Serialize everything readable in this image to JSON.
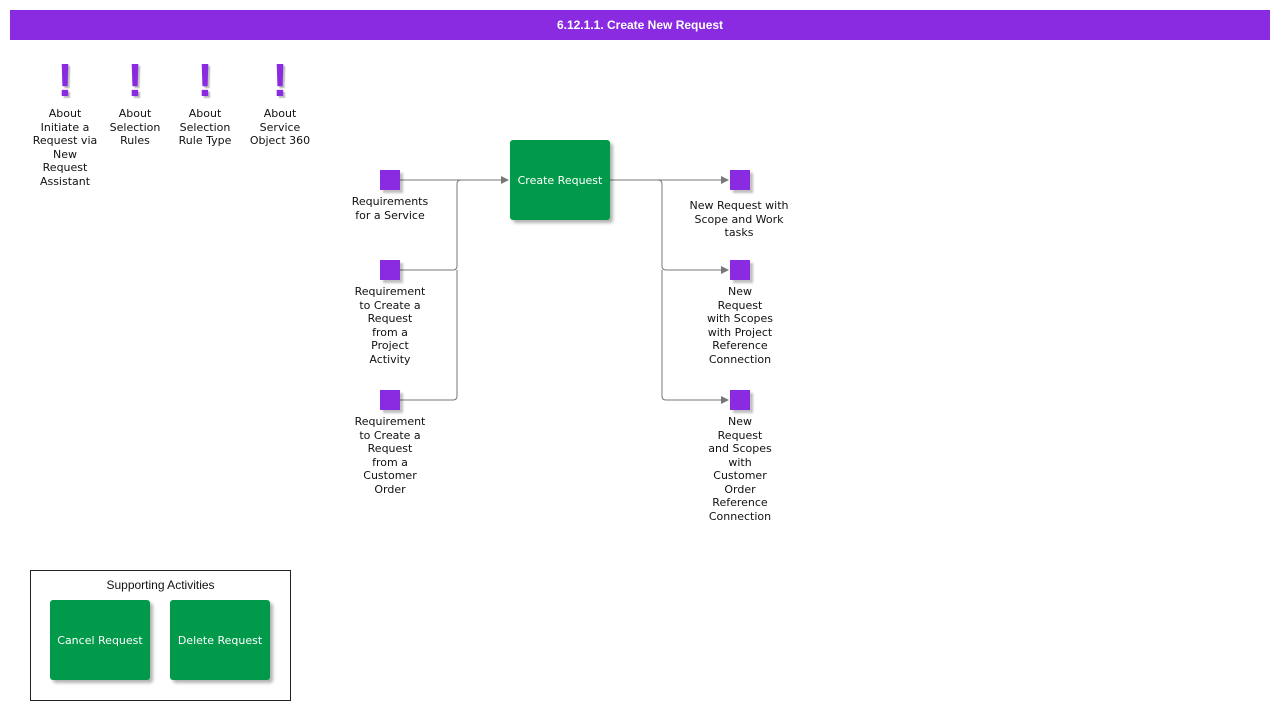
{
  "header": {
    "title": "6.12.1.1. Create New Request"
  },
  "about_items": [
    {
      "mark": "!",
      "label": "About\nInitiate a\nRequest via\nNew\nRequest\nAssistant"
    },
    {
      "mark": "!",
      "label": "About\nSelection\nRules"
    },
    {
      "mark": "!",
      "label": "About\nSelection\nRule Type"
    },
    {
      "mark": "!",
      "label": "About\nService\nObject 360"
    }
  ],
  "inputs": [
    {
      "label": "Requirements\nfor a Service"
    },
    {
      "label": "Requirement\nto Create a\nRequest\nfrom a\nProject\nActivity"
    },
    {
      "label": "Requirement\nto Create a\nRequest\nfrom a\nCustomer\nOrder"
    }
  ],
  "process": {
    "label": "Create Request"
  },
  "outputs": [
    {
      "label": "New Request with\nScope and Work\ntasks"
    },
    {
      "label": "New\nRequest\nwith Scopes\nwith Project\nReference\nConnection"
    },
    {
      "label": "New\nRequest\nand Scopes\nwith\nCustomer\nOrder\nReference\nConnection"
    }
  ],
  "supporting": {
    "title": "Supporting Activities",
    "items": [
      {
        "label": "Cancel Request"
      },
      {
        "label": "Delete Request"
      }
    ]
  },
  "colors": {
    "purple": "#8a2be2",
    "green": "#009a4a",
    "connector": "#777777"
  }
}
